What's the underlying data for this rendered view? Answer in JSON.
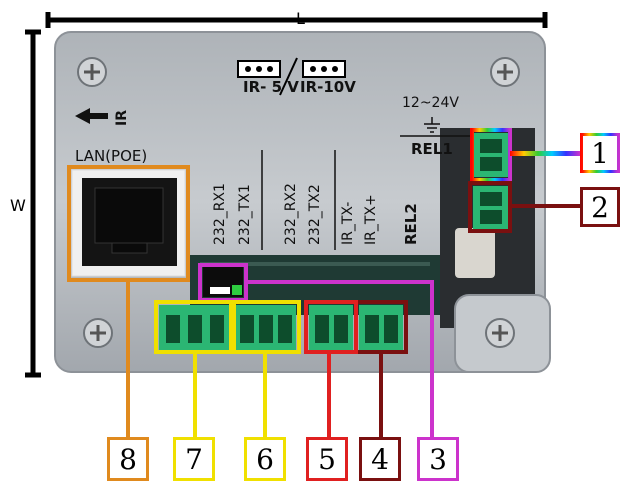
{
  "dimensions": {
    "length_label": "L",
    "width_label": "W"
  },
  "device_labels": {
    "ir_left": "IR",
    "jumper_5v": "IR- 5 V",
    "jumper_10v": "IR-10V",
    "power": "12~24V",
    "rel1": "REL1",
    "rel2": "REL2",
    "lan": "LAN(POE)",
    "rx1": "232_RX1",
    "tx1": "232_TX1",
    "rx2": "232_RX2",
    "tx2": "232_TX2",
    "ir_tx_minus": "IR_TX-",
    "ir_tx_plus": "IR_TX+"
  },
  "callouts": [
    {
      "number": "1",
      "color": "rainbow"
    },
    {
      "number": "2",
      "color": "#7a1010"
    },
    {
      "number": "3",
      "color": "#cc33cc"
    },
    {
      "number": "4",
      "color": "#7a1010"
    },
    {
      "number": "5",
      "color": "#e02020"
    },
    {
      "number": "6",
      "color": "#f0e000"
    },
    {
      "number": "7",
      "color": "#f0e000"
    },
    {
      "number": "8",
      "color": "#e08a1e"
    }
  ]
}
